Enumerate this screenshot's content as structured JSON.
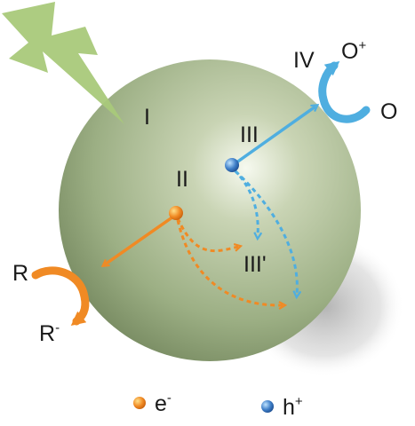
{
  "labels": {
    "stage_i": "I",
    "stage_ii": "II",
    "stage_iii": "III",
    "stage_iii_prime": "III'",
    "stage_iv": "IV",
    "oxidant": "O",
    "oxidized_product": "O",
    "oxidized_sup": "+",
    "reductant": "R",
    "reduced_product": "R",
    "reduced_sup": "-"
  },
  "legend": {
    "electron_symbol": "e",
    "electron_sup": "-",
    "hole_symbol": "h",
    "hole_sup": "+"
  },
  "colors": {
    "electron": "#f08a24",
    "hole": "#4faee0",
    "lightning": "#a9c97a",
    "sphere": "#a7b78f",
    "text": "#1a1a1a"
  },
  "icons": [
    "lightning-icon",
    "electron-dot-icon",
    "hole-dot-icon"
  ]
}
